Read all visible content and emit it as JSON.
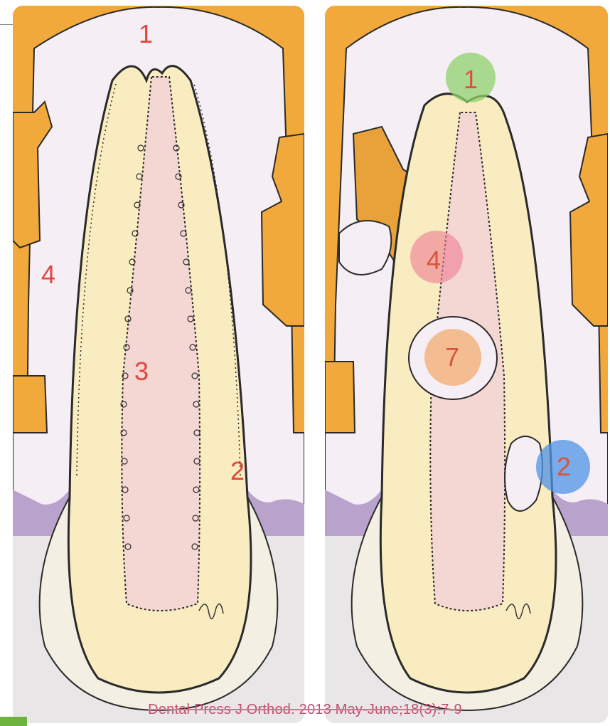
{
  "left_panel": {
    "labels": {
      "apex": "1",
      "cervical": "2",
      "pulp": "3",
      "lateral": "4"
    }
  },
  "right_panel": {
    "labels": {
      "apex": "1",
      "cervical": "2",
      "internal": "7",
      "lateral": "4"
    },
    "zone_colors": {
      "apex": "#8fd16b",
      "cervical": "#4f93e6",
      "internal": "#f2a35a",
      "lateral": "#ef7d94"
    }
  },
  "citation": "Dental Press J Orthod. 2013 May-June;18(3):7-9",
  "colors": {
    "bone": "#f2a93b",
    "ligament": "#f6eef5",
    "dentin": "#f8ecc0",
    "pulp": "#f4d6d3",
    "gingiva": "#b9a2cc"
  }
}
